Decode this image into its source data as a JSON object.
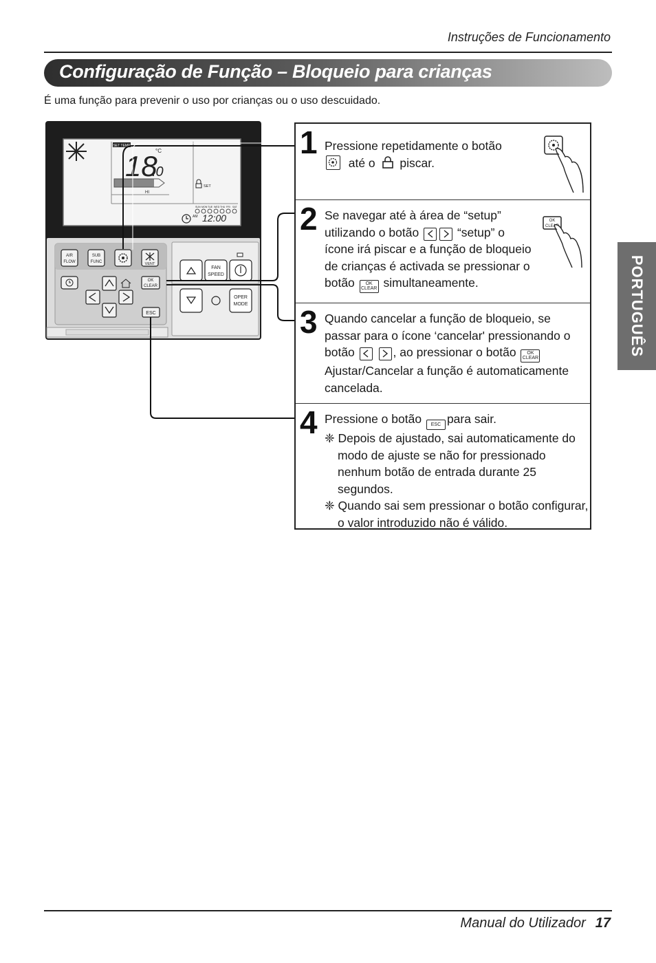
{
  "header": {
    "section": "Instruções de Funcionamento"
  },
  "title": "Configuração de Função – Bloqueio para crianças",
  "intro": "É uma função para prevenir o uso por crianças ou o uso descuidado.",
  "side_tab": "PORTUGUÊS",
  "remote": {
    "display": {
      "set_temp_label": "SET TEMP",
      "temperature": "18",
      "temperature_decimal": ".0",
      "unit": "°C",
      "fan_label": "HI",
      "set_label": "SET",
      "am_label": "AM",
      "clock": "12:00",
      "days": [
        "SUN",
        "MON",
        "TUE",
        "WED",
        "THU",
        "FRI",
        "SAT"
      ]
    },
    "buttons": {
      "air_flow": [
        "AIR",
        "FLOW"
      ],
      "sub_func": [
        "SUB",
        "FUNC"
      ],
      "vent": "VENT",
      "ok_clear": [
        "OK",
        "CLEAR"
      ],
      "esc": "ESC",
      "fan_speed": [
        "FAN",
        "SPEED"
      ],
      "oper_mode": [
        "OPER",
        "MODE"
      ]
    }
  },
  "steps": [
    {
      "number": "1",
      "line1": "Pressione repetidamente o botão",
      "part_a": "até o",
      "part_b": "piscar."
    },
    {
      "number": "2",
      "line1": "Se navegar até à área de “setup”",
      "line2_a": "utilizando o botão",
      "line2_b": "“setup” o",
      "line3": "ícone irá piscar e a função de bloqueio",
      "line4": "de crianças é activada se pressionar o",
      "line5_a": "botão",
      "line5_b": "simultaneamente."
    },
    {
      "number": "3",
      "line1": "Quando cancelar a função de bloqueio, se",
      "line2": "passar para o ícone ‘cancelar' pressionando o",
      "line3_a": "botão",
      "line3_b": ", ao pressionar o botão",
      "line4": "Ajustar/Cancelar a função é automaticamente",
      "line5": "cancelada."
    },
    {
      "number": "4",
      "line1_a": "Pressione o botão",
      "line1_b": "para sair.",
      "note1": "❈ Depois de ajustado, sai automaticamente do modo de ajuste se não for pressionado nenhum botão de entrada durante 25 segundos.",
      "note2": "❈ Quando sai sem pressionar o botão configurar, o valor introduzido não é válido."
    }
  ],
  "footer": {
    "manual": "Manual do Utilizador",
    "page": "17"
  }
}
